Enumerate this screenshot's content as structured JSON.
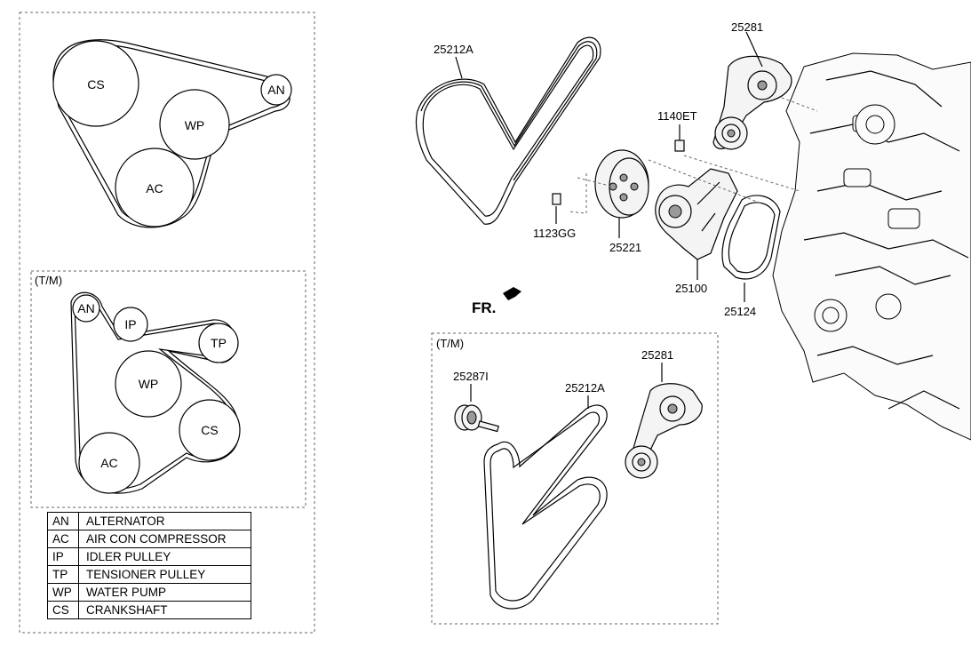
{
  "left_panel": {
    "top_pulleys": [
      "CS",
      "WP",
      "AN",
      "AC"
    ],
    "tm_label": "(T/M)",
    "tm_pulleys": [
      "AN",
      "IP",
      "TP",
      "WP",
      "CS",
      "AC"
    ]
  },
  "legend": [
    {
      "abbr": "AN",
      "desc": "ALTERNATOR"
    },
    {
      "abbr": "AC",
      "desc": "AIR CON COMPRESSOR"
    },
    {
      "abbr": "IP",
      "desc": "IDLER PULLEY"
    },
    {
      "abbr": "TP",
      "desc": "TENSIONER PULLEY"
    },
    {
      "abbr": "WP",
      "desc": "WATER PUMP"
    },
    {
      "abbr": "CS",
      "desc": "CRANKSHAFT"
    }
  ],
  "parts": {
    "belt": "25212A",
    "tensioner": "25281",
    "bolt_a": "1140ET",
    "bolt_b": "1123GG",
    "pulley": "25221",
    "water_pump": "25100",
    "gasket": "25124"
  },
  "front_indicator": "FR.",
  "tm_box": {
    "label": "(T/M)",
    "idler": "25287I",
    "belt": "25212A",
    "tensioner": "25281"
  }
}
